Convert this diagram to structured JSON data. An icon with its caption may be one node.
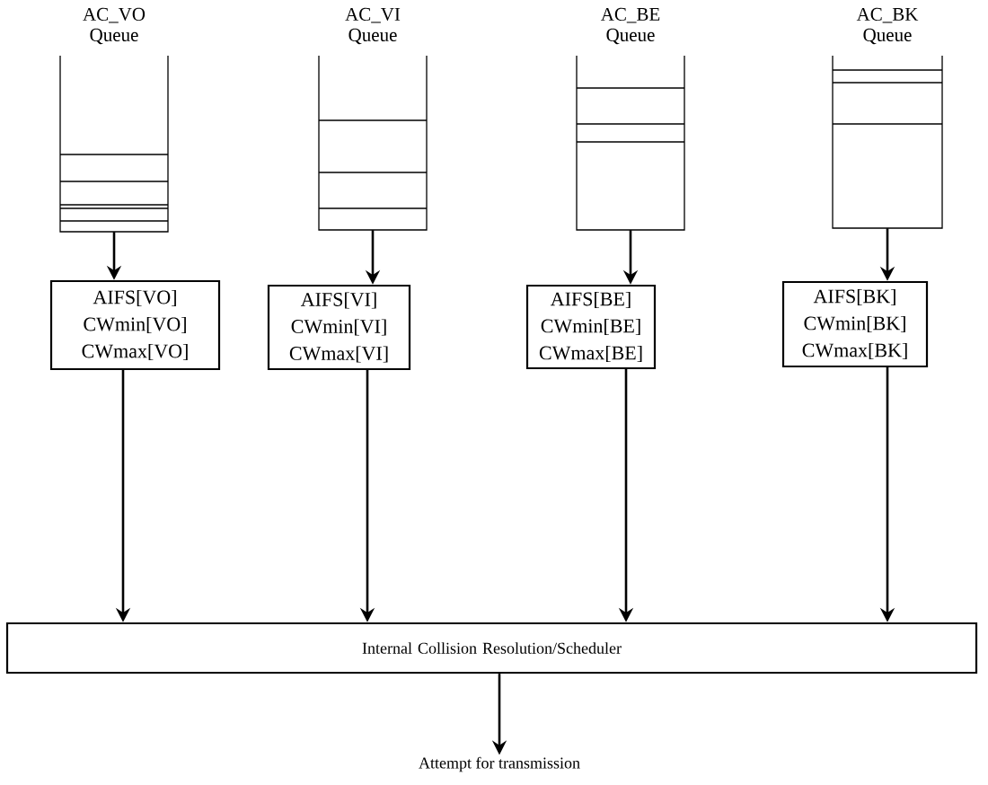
{
  "diagram": {
    "nodes": [
      {
        "text": [
          "AC_VO Queue"
        ]
      },
      {
        "text": [
          "AC_VI Queue"
        ]
      },
      {
        "text": [
          "AC_BE Queue"
        ]
      },
      {
        "text": [
          "AC_BK Queue"
        ]
      },
      {
        "text": [
          "AIFS[VO] CWmin[VO] CWmax[VO]"
        ]
      },
      {
        "text": [
          "AIFS[VI] CWmin[VI] CWmax[VI]"
        ]
      },
      {
        "text": [
          "AIFS[BE] CWmin[BE] CWmax[BE]"
        ]
      },
      {
        "text": [
          "AIFS[BK] CWmin[BK] CWmax[BK]"
        ]
      },
      {
        "text": [
          "Internal Collision Resolution/Scheduler"
        ]
      },
      {
        "text": [
          "Attempt for transmission"
        ]
      }
    ],
    "edges": [
      {
        "from": 0,
        "to": 4,
        "arrow": "to"
      },
      {
        "from": 1,
        "to": 5,
        "arrow": "to"
      },
      {
        "from": 2,
        "to": 6,
        "arrow": "to"
      },
      {
        "from": 3,
        "to": 7,
        "arrow": "to"
      },
      {
        "from": 4,
        "to": 8,
        "arrow": "to"
      },
      {
        "from": 5,
        "to": 8,
        "arrow": "to"
      },
      {
        "from": 6,
        "to": 8,
        "arrow": "to"
      },
      {
        "from": 7,
        "to": 8,
        "arrow": "to"
      },
      {
        "from": 8,
        "to": 9,
        "arrow": "to"
      }
    ]
  }
}
